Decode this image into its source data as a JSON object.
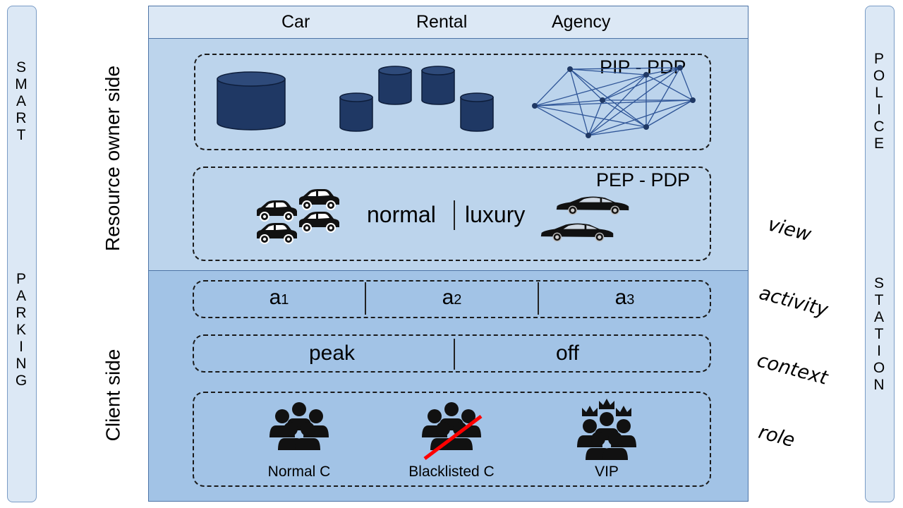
{
  "left_bar": {
    "word1": [
      "S",
      "M",
      "A",
      "R",
      "T"
    ],
    "word2": [
      "P",
      "A",
      "R",
      "K",
      "I",
      "N",
      "G"
    ]
  },
  "right_bar": {
    "word1": [
      "P",
      "O",
      "L",
      "I",
      "C",
      "E"
    ],
    "word2": [
      "S",
      "T",
      "A",
      "T",
      "I",
      "O",
      "N"
    ]
  },
  "header": {
    "words": [
      "Car",
      "Rental",
      "Agency"
    ]
  },
  "resource_owner": {
    "label": "Resource owner side",
    "pip_box": {
      "label": "PIP  - PDP"
    },
    "pep_box": {
      "label": "PEP  - PDP",
      "left": "normal",
      "right": "luxury"
    }
  },
  "client": {
    "label": "Client side",
    "activities": [
      {
        "base": "a",
        "sub": "1"
      },
      {
        "base": "a",
        "sub": "2"
      },
      {
        "base": "a",
        "sub": "3"
      }
    ],
    "context": {
      "left": "peak",
      "right": "off"
    },
    "roles": [
      {
        "label": "Normal C",
        "icon": "group-icon"
      },
      {
        "label": "Blacklisted C",
        "icon": "group-crossed-icon"
      },
      {
        "label": "VIP",
        "icon": "crowned-group-icon"
      }
    ]
  },
  "layers": {
    "view": "view",
    "activity": "activity",
    "context": "context",
    "role": "role"
  },
  "colors": {
    "band_light": "#dce8f5",
    "owner_band": "#bcd4ec",
    "client_band": "#a2c3e6",
    "db_fill": "#1f3864",
    "graph_line": "#2f5597",
    "cross_line": "#ff0000"
  }
}
